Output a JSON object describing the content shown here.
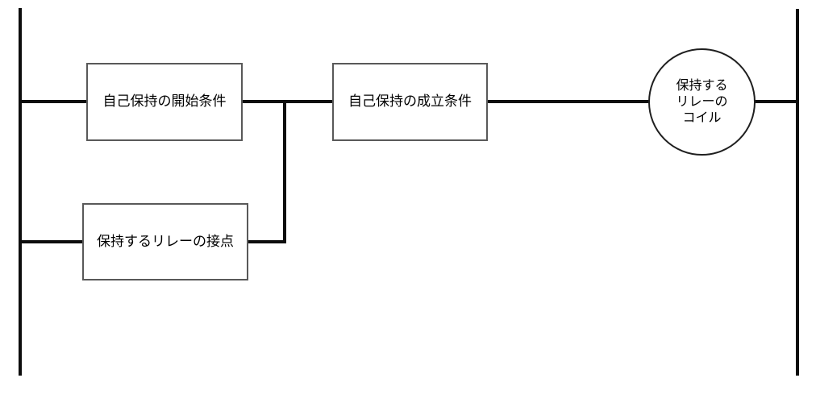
{
  "diagram": {
    "nodes": {
      "start_condition": {
        "label": "自己保持の開始条件"
      },
      "establish_condition": {
        "label": "自己保持の成立条件"
      },
      "relay_contact": {
        "label": "保持するリレーの接点"
      },
      "relay_coil": {
        "label": "保持するリレーのコイル",
        "label_lines": [
          "保持する",
          "リレーの",
          "コイル"
        ]
      }
    },
    "colors": {
      "wire": "#0d0d0d",
      "box_border": "#595959",
      "circle_border": "#1f1f1f",
      "text": "#000000",
      "background": "#ffffff"
    }
  }
}
